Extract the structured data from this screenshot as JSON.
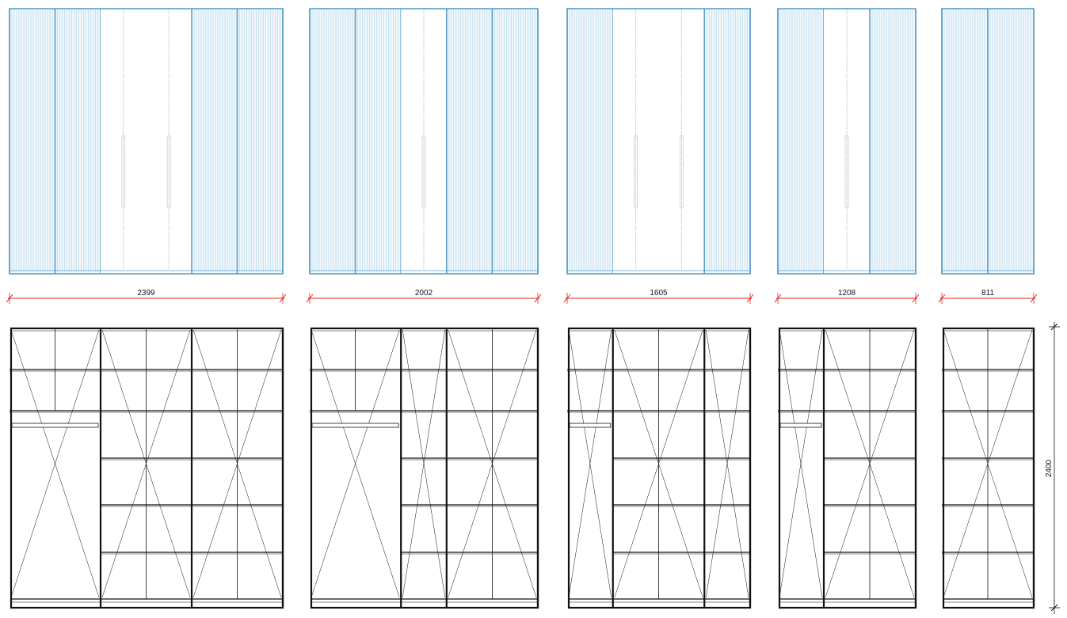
{
  "colors": {
    "background": "#ffffff",
    "front_outline": "#5aa0c8",
    "front_hatch": "#a9d0e6",
    "front_divider": "#c8c8c8",
    "carcass_line": "#111111",
    "dimension_line": "#e0201c",
    "dimension_text": "#111111"
  },
  "wardrobes": [
    {
      "id": "w2399",
      "width_label": "2399",
      "front_panels": [
        "glass",
        "glass",
        "plain",
        "plain",
        "glass",
        "glass"
      ],
      "sections": [
        {
          "units": 2,
          "type": "hanging"
        },
        {
          "units": 2,
          "type": "shelves"
        },
        {
          "units": 2,
          "type": "shelves"
        }
      ]
    },
    {
      "id": "w2002",
      "width_label": "2002",
      "front_panels": [
        "glass",
        "glass",
        "plain",
        "glass",
        "glass"
      ],
      "sections": [
        {
          "units": 2,
          "type": "hanging"
        },
        {
          "units": 1,
          "type": "shelves"
        },
        {
          "units": 2,
          "type": "shelves"
        }
      ]
    },
    {
      "id": "w1605",
      "width_label": "1605",
      "front_panels": [
        "glass",
        "plain",
        "plain",
        "glass"
      ],
      "sections": [
        {
          "units": 1,
          "type": "hanging"
        },
        {
          "units": 2,
          "type": "shelves"
        },
        {
          "units": 1,
          "type": "shelves"
        }
      ]
    },
    {
      "id": "w1208",
      "width_label": "1208",
      "front_panels": [
        "glass",
        "plain",
        "glass"
      ],
      "sections": [
        {
          "units": 1,
          "type": "hanging"
        },
        {
          "units": 2,
          "type": "shelves"
        }
      ]
    },
    {
      "id": "w811",
      "width_label": "811",
      "front_panels": [
        "glass",
        "glass"
      ],
      "sections": [
        {
          "units": 2,
          "type": "shelves"
        }
      ]
    }
  ],
  "height_label": "2400"
}
